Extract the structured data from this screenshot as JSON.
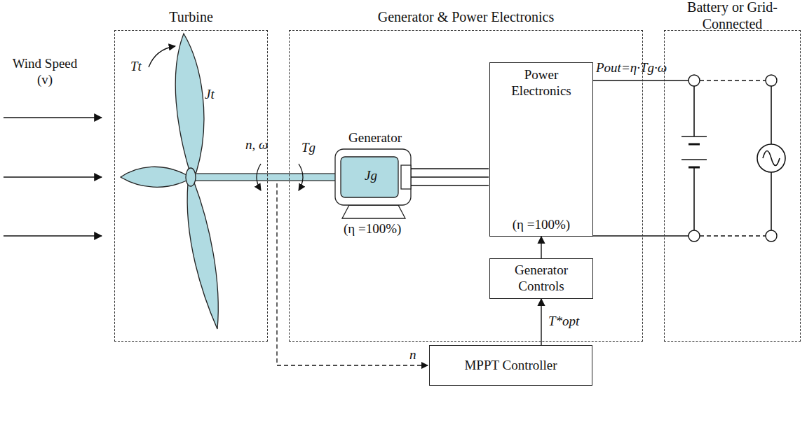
{
  "diagram": {
    "nodes": [
      {
        "text": [
          "Turbine"
        ]
      },
      {
        "text": [
          "Generator & Power Electronics"
        ]
      },
      {
        "text": [
          "Power Electronics",
          "(η =100%)"
        ],
        "in": 1
      },
      {
        "text": [
          "Generator Controls"
        ],
        "in": 1
      },
      {
        "text": [
          "MPPT Controller"
        ]
      },
      {
        "text": [
          "Battery or Grid-Connected"
        ]
      }
    ],
    "edges": [
      {
        "from": 4,
        "to": 3,
        "arrow": "to",
        "label": "T*opt"
      },
      {
        "from": 3,
        "to": 2,
        "arrow": "to"
      }
    ],
    "labels": [
      "Wind Speed (v)",
      "Tt",
      "Jt",
      "n, ω",
      "Tg",
      "Generator",
      "Jg",
      "(η =100%)",
      "Pout=η·Tg·ω",
      "n"
    ]
  }
}
